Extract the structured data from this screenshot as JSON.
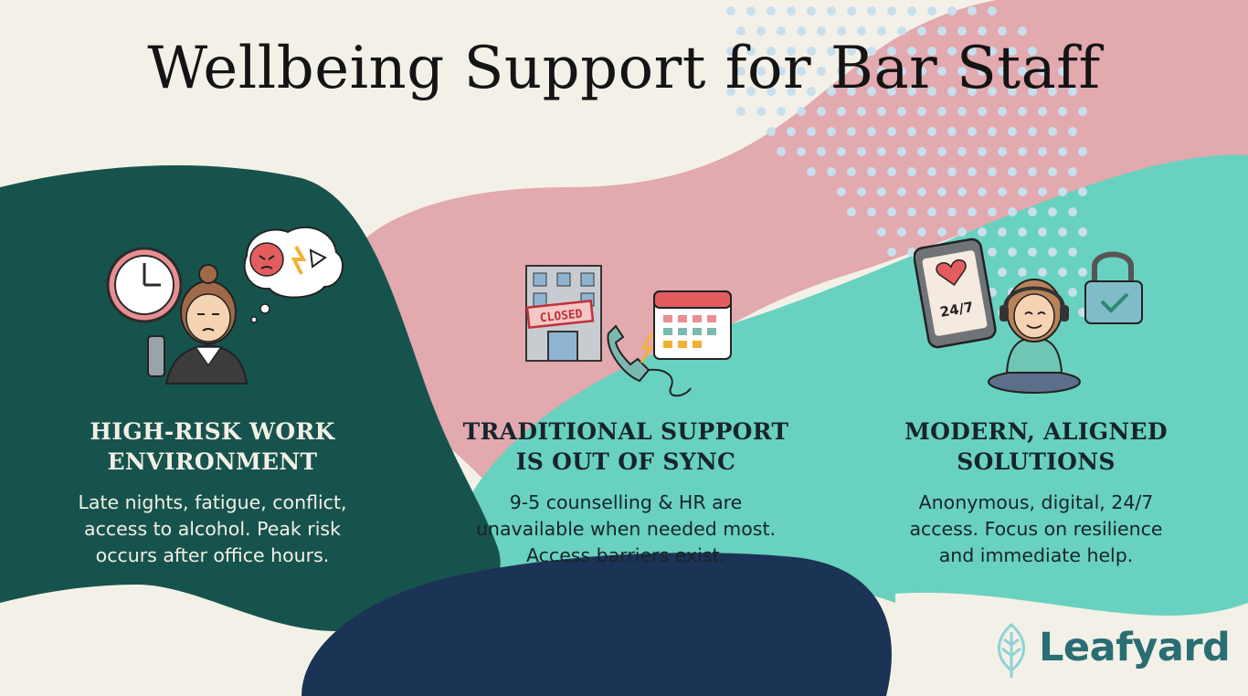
{
  "title": "Wellbeing Support for Bar Staff",
  "columns": [
    {
      "heading_line1": "HIGH-RISK WORK",
      "heading_line2": "ENVIRONMENT",
      "body_line1": "Late nights, fatigue, conflict,",
      "body_line2": "access to alcohol. Peak risk",
      "body_line3": "occurs after office hours.",
      "icons": [
        "clock-icon",
        "tired-bartender-icon",
        "angry-thought-bubble-icon"
      ]
    },
    {
      "heading_line1": "TRADITIONAL SUPPORT",
      "heading_line2": "IS OUT OF SYNC",
      "body_line1": "9-5 counselling & HR are",
      "body_line2": "unavailable when needed most.",
      "body_line3": "Access barriers exist.",
      "sign_text": "CLOSED",
      "icons": [
        "closed-office-building-icon",
        "telephone-icon",
        "calendar-icon"
      ]
    },
    {
      "heading_line1": "MODERN, ALIGNED",
      "heading_line2": "SOLUTIONS",
      "body_line1": "Anonymous, digital, 24/7",
      "body_line2": "access. Focus on resilience",
      "body_line3": "and immediate help.",
      "phone_text": "24/7",
      "icons": [
        "smartphone-heart-icon",
        "meditating-person-icon",
        "padlock-check-icon"
      ]
    }
  ],
  "brand": {
    "name": "Leafyard"
  },
  "colors": {
    "background": "#f3f1e7",
    "dark_teal": "#17534d",
    "pink": "#e2a9ae",
    "mint": "#69d1bf",
    "navy": "#1b3354",
    "dots": "#c8dfee",
    "brand": "#2a6e74"
  }
}
